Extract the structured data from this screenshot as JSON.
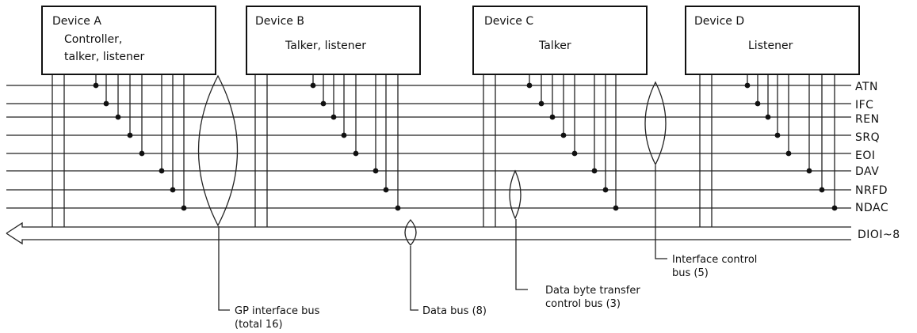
{
  "devices": [
    {
      "name": "Device A",
      "lines": [
        "Controller,",
        "talker, listener"
      ]
    },
    {
      "name": "Device B",
      "lines": [
        "Talker, listener"
      ]
    },
    {
      "name": "Device C",
      "lines": [
        "Talker"
      ]
    },
    {
      "name": "Device D",
      "lines": [
        "Listener"
      ]
    }
  ],
  "signals": [
    "ATN",
    "IFC",
    "REN",
    "SRQ",
    "EOI",
    "DAV",
    "NRFD",
    "NDAC"
  ],
  "data_signal": "DIOI~8",
  "callouts": {
    "gp_bus": [
      "GP interface bus",
      "(total 16)"
    ],
    "data_bus": [
      "Data bus (8)"
    ],
    "transfer_bus": [
      "Data byte transfer",
      "control bus (3)"
    ],
    "control_bus": [
      "Interface control",
      "bus (5)"
    ]
  }
}
